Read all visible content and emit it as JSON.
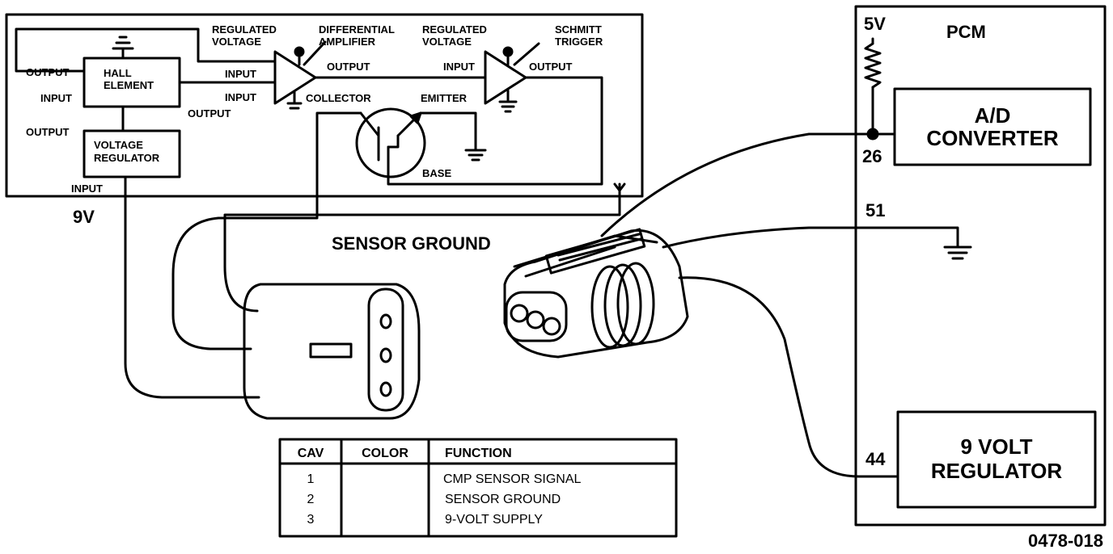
{
  "sensor": {
    "regulated_voltage_1": [
      "REGULATED",
      "VOLTAGE"
    ],
    "differential_amplifier": [
      "DIFFERENTIAL",
      "AMPLIFIER"
    ],
    "regulated_voltage_2": [
      "REGULATED",
      "VOLTAGE"
    ],
    "schmitt_trigger": [
      "SCHMITT",
      "TRIGGER"
    ],
    "hall_element": [
      "HALL",
      "ELEMENT"
    ],
    "voltage_regulator": [
      "VOLTAGE",
      "REGULATOR"
    ],
    "output": "OUTPUT",
    "input": "INPUT",
    "collector": "COLLECTOR",
    "emitter": "EMITTER",
    "base": "BASE",
    "supply_label": "9V"
  },
  "sensor_ground_label": "SENSOR GROUND",
  "pcm": {
    "title": "PCM",
    "ref_voltage": "5V",
    "ad_converter": [
      "A/D",
      "CONVERTER"
    ],
    "regulator": [
      "9 VOLT",
      "REGULATOR"
    ],
    "pin_26": "26",
    "pin_51": "51",
    "pin_44": "44"
  },
  "connector_table": {
    "headers": [
      "CAV",
      "COLOR",
      "FUNCTION"
    ],
    "rows": [
      {
        "cav": "1",
        "color": "",
        "function": "CMP SENSOR SIGNAL"
      },
      {
        "cav": "2",
        "color": "",
        "function": "SENSOR GROUND"
      },
      {
        "cav": "3",
        "color": "",
        "function": "9-VOLT SUPPLY"
      }
    ]
  },
  "figure_id": "0478-018",
  "colors": {
    "ink": "#000000",
    "paper": "#ffffff"
  }
}
